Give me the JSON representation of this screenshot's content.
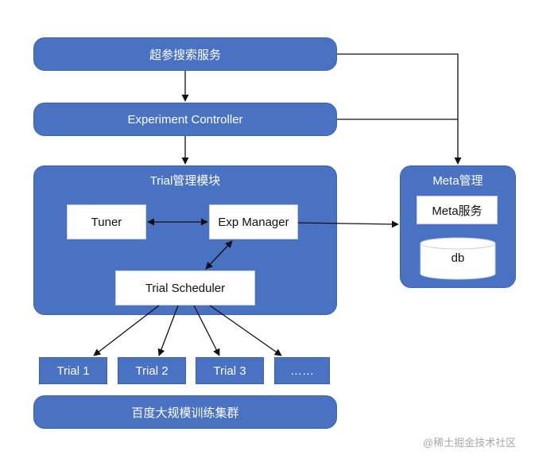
{
  "nodes": {
    "hyper_search": "超参搜索服务",
    "experiment_controller": "Experiment Controller",
    "trial_module": "Trial管理模块",
    "tuner": "Tuner",
    "exp_manager": "Exp Manager",
    "trial_scheduler": "Trial Scheduler",
    "meta_management": "Meta管理",
    "meta_service": "Meta服务",
    "db": "db",
    "trials": [
      "Trial 1",
      "Trial 2",
      "Trial 3",
      "……"
    ],
    "cluster": "百度大规模训练集群"
  },
  "watermark": "@稀土掘金技术社区",
  "colors": {
    "box_blue": "#4a72c2",
    "box_white": "#ffffff",
    "arrow": "#111111"
  }
}
